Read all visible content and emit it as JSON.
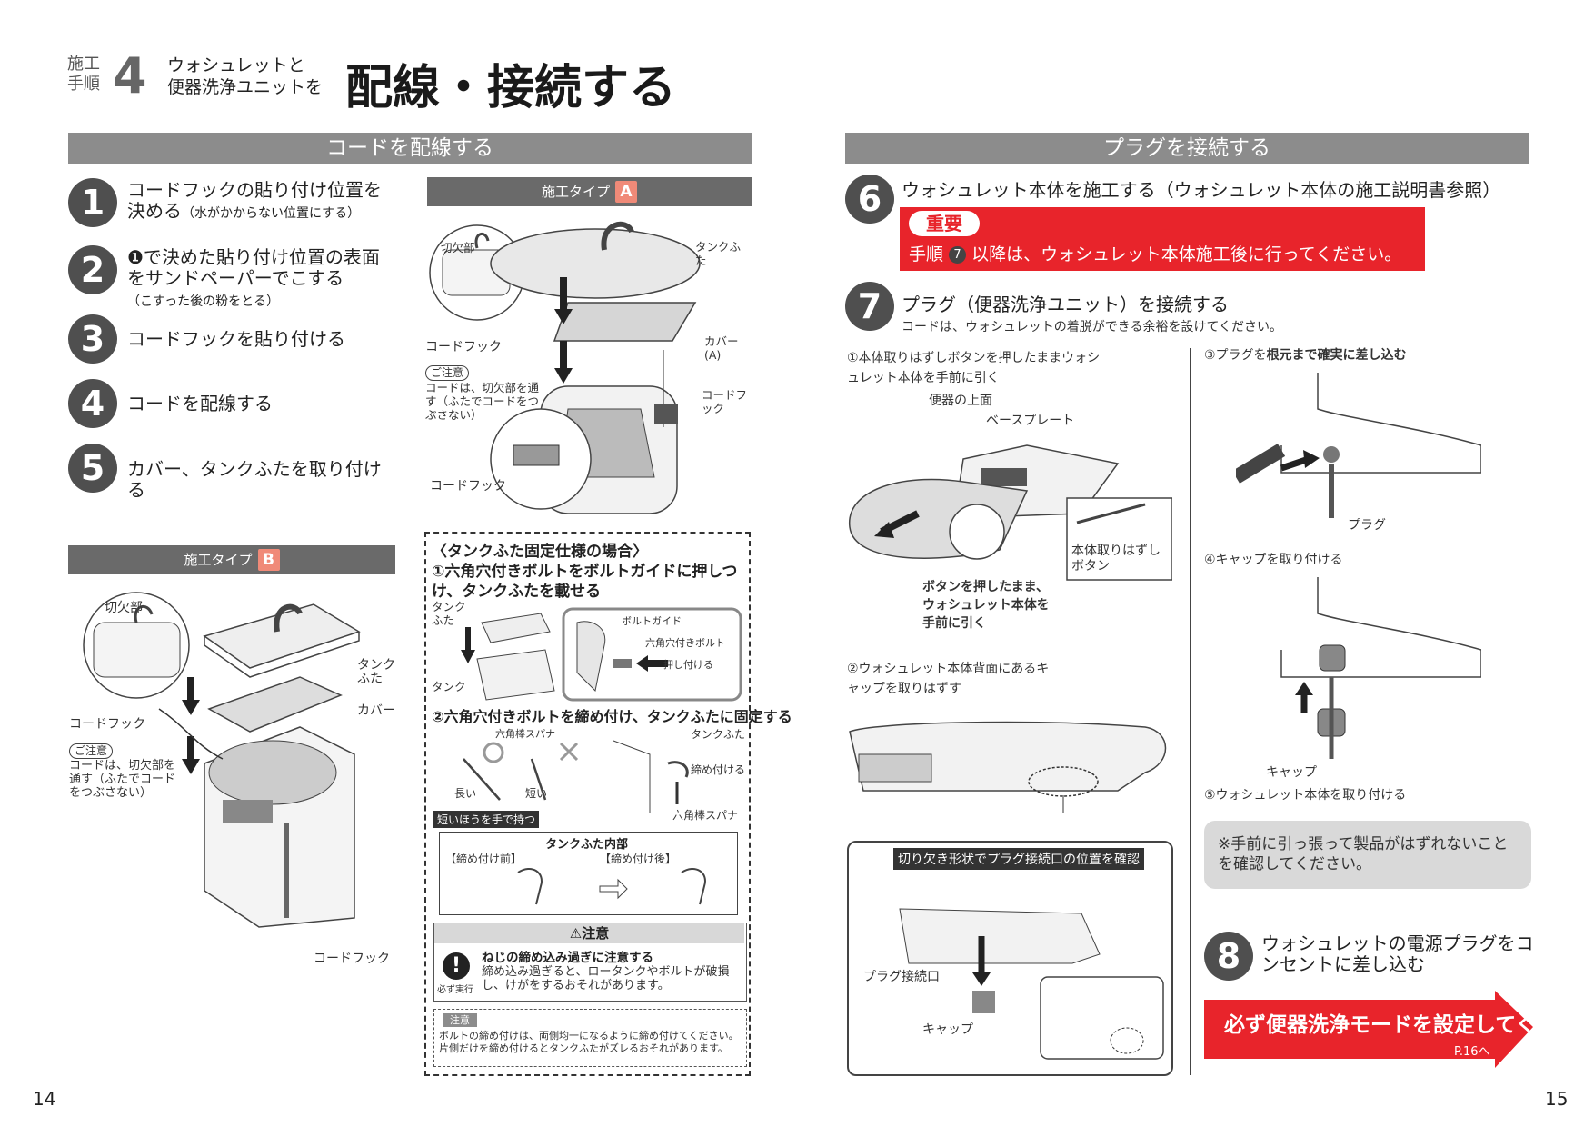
{
  "header": {
    "tag_line1": "施工",
    "tag_line2": "手順",
    "num": "4",
    "sub_line1": "ウォシュレットと",
    "sub_line2": "便器洗浄ユニットを",
    "title": "配線・接続する"
  },
  "left": {
    "section_title": "コードを配線する",
    "steps": [
      {
        "num": "1",
        "text": "コードフックの貼り付け位置を決める",
        "note": "（水がかからない位置にする）"
      },
      {
        "num": "2",
        "text": "❶で決めた貼り付け位置の表面をサンドペーパーでこする",
        "note": "（こすった後の粉をとる）"
      },
      {
        "num": "3",
        "text": "コードフックを貼り付ける",
        "note": ""
      },
      {
        "num": "4",
        "text": "コードを配線する",
        "note": ""
      },
      {
        "num": "5",
        "text": "カバー、タンクふたを取り付ける",
        "note": ""
      }
    ],
    "type_a": {
      "label": "施工タイプ",
      "letter": "A",
      "cutout": "切欠部",
      "tank_lid": "タンクふた",
      "cord_hook": "コードフック",
      "cover": "カバー(A)",
      "caution_tag": "ご注意",
      "caution_text": "コードは、切欠部を通す（ふたでコードをつぶさない）",
      "cord_hook2": "コードフック",
      "cord_hook3": "コードフック"
    },
    "type_b": {
      "label": "施工タイプ",
      "letter": "B",
      "cutout": "切欠部",
      "tank_lid": "タンクふた",
      "cover": "カバー",
      "cord_hook": "コードフック",
      "caution_tag": "ご注意",
      "caution_text": "コードは、切欠部を通す（ふたでコードをつぶさない）",
      "cord_hook2": "コードフック"
    },
    "fixed_lid": {
      "title": "〈タンクふた固定仕様の場合〉",
      "step1": "①六角穴付きボルトをボルトガイドに押しつけ、タンクふたを載せる",
      "tank_lid": "タンクふた",
      "tank": "タンク",
      "bolt_guide": "ボルトガイド",
      "hex_bolt": "六角穴付きボルト",
      "press": "押し付ける",
      "step2": "②六角穴付きボルトを締め付け、タンクふたに固定する",
      "hex_wrench": "六角棒スパナ",
      "long": "長い",
      "short": "短い",
      "hold_short": "短いほうを手で持つ",
      "tank_lid2": "タンクふた",
      "tighten": "締め付ける",
      "hex_wrench2": "六角棒スパナ",
      "inside_title": "タンクふた内部",
      "before": "【締め付け前】",
      "after": "【締め付け後】",
      "warn_title": "⚠注意",
      "warn_bold": "ねじの締め込み過ぎに注意する",
      "warn_text": "締め込み過ぎると、ロータンクやボルトが破損し、けがをするおそれがあります。",
      "must": "必ず実行",
      "note_tag": "注意",
      "note_text": "ボルトの締め付けは、両側均一になるように締め付けてください。片側だけを締め付けるとタンクふたがズレるおそれがあります。"
    },
    "page_number": "14"
  },
  "right": {
    "section_title": "プラグを接続する",
    "step6": {
      "num": "6",
      "text": "ウォシュレット本体を施工する（ウォシュレット本体の施工説明書参照）"
    },
    "important": {
      "tag": "重要",
      "text_pre": "手順",
      "num": "7",
      "text_post": "以降は、ウォシュレット本体施工後に行ってください。"
    },
    "step7": {
      "num": "7",
      "text": "プラグ（便器洗浄ユニット）を接続する",
      "note": "コードは、ウォシュレットの着脱ができる余裕を設けてください。"
    },
    "sub1": "①本体取りはずしボタンを押したままウォシュレット本体を手前に引く",
    "bowl_top": "便器の上面",
    "base_plate": "ベースプレート",
    "release_button": "本体取りはずしボタン",
    "push_pull": "ボタンを押したまま、ウォシュレット本体を手前に引く",
    "sub2": "②ウォシュレット本体背面にあるキャップを取りはずす",
    "check_label": "切り欠き形状でプラグ接続口の位置を確認",
    "plug_port": "プラグ接続口",
    "cap": "キャップ",
    "sub3_pre": "③プラグを",
    "sub3_bold": "根元まで確実に差し込む",
    "plug": "プラグ",
    "sub4": "④キャップを取り付ける",
    "cap2": "キャップ",
    "sub5": "⑤ウォシュレット本体を取り付ける",
    "pull_note": "※手前に引っ張って製品がはずれないことを確認してください。",
    "step8": {
      "num": "8",
      "text": "ウォシュレットの電源プラグをコンセントに差し込む"
    },
    "mode_banner": "必ず便器洗浄モードを設定してください",
    "mode_page": "P.16へ",
    "page_number": "15"
  },
  "colors": {
    "accent_red": "#e8242b",
    "bar_grey": "#8c8c8c",
    "salmon": "#f08a78",
    "dark_circle": "#4f4f4f"
  }
}
